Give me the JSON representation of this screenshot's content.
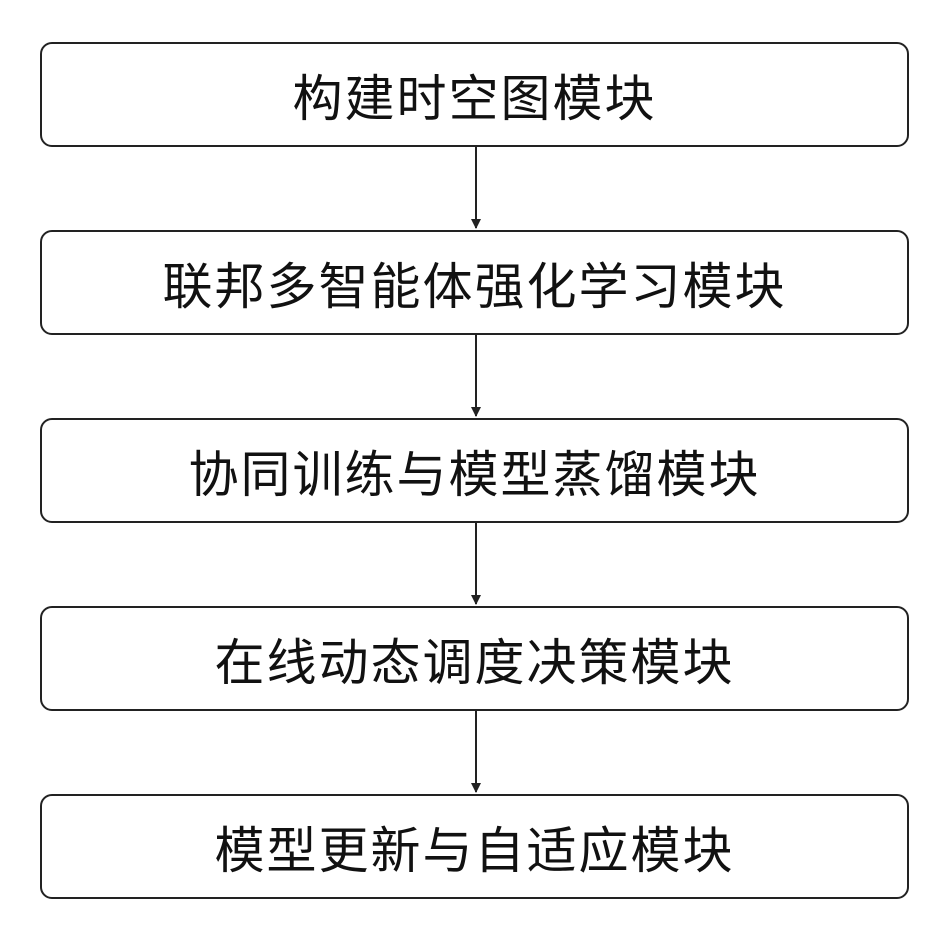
{
  "flowchart": {
    "steps": [
      {
        "label": "构建时空图模块"
      },
      {
        "label": "联邦多智能体强化学习模块"
      },
      {
        "label": "协同训练与模型蒸馏模块"
      },
      {
        "label": "在线动态调度决策模块"
      },
      {
        "label": "模型更新与自适应模块"
      }
    ]
  },
  "colors": {
    "stroke": "#222222",
    "text": "#111111",
    "background": "#ffffff"
  }
}
